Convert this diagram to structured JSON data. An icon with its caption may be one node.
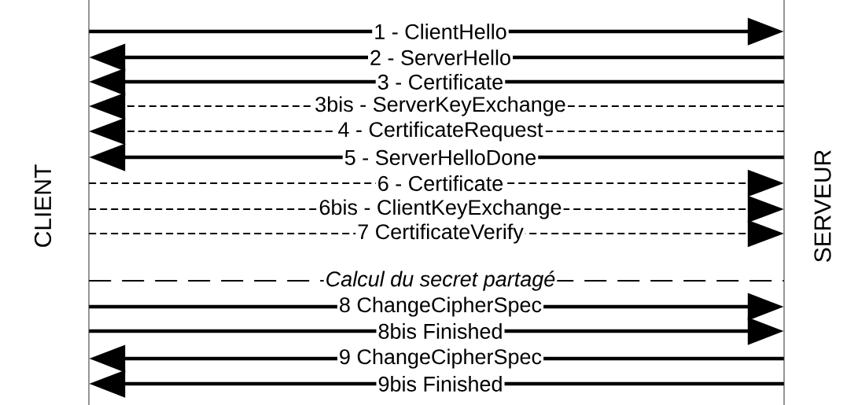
{
  "diagram": {
    "nodes": [
      {
        "text": [
          "CLIENT"
        ]
      },
      {
        "text": [
          "SERVEUR"
        ]
      }
    ],
    "edges": [
      {
        "from": 0,
        "to": 1,
        "arrow": "to",
        "label": "1 - ClientHello"
      },
      {
        "from": 1,
        "to": 0,
        "arrow": "to",
        "label": "2 - ServerHello"
      },
      {
        "from": 1,
        "to": 0,
        "arrow": "to",
        "label": "3 - Certificate"
      },
      {
        "from": 1,
        "to": 0,
        "arrow": "to",
        "label": "3bis - ServerKeyExchange",
        "style": "dashed"
      },
      {
        "from": 1,
        "to": 0,
        "arrow": "to",
        "label": "4 - CertificateRequest",
        "style": "dashed"
      },
      {
        "from": 1,
        "to": 0,
        "arrow": "to",
        "label": "5 - ServerHelloDone"
      },
      {
        "from": 0,
        "to": 1,
        "arrow": "to",
        "label": "6 - Certificate",
        "style": "dashed"
      },
      {
        "from": 0,
        "to": 1,
        "arrow": "to",
        "label": "6bis - ClientKeyExchange",
        "style": "dashed"
      },
      {
        "from": 0,
        "to": 1,
        "arrow": "to",
        "label": "7 CertificateVerify",
        "style": "dashed"
      },
      {
        "from": 0,
        "to": 1,
        "arrow": "none",
        "label": "Calcul du secret partagé",
        "style": "dashed"
      },
      {
        "from": 0,
        "to": 1,
        "arrow": "to",
        "label": "8 ChangeCipherSpec"
      },
      {
        "from": 0,
        "to": 1,
        "arrow": "to",
        "label": "8bis Finished"
      },
      {
        "from": 1,
        "to": 0,
        "arrow": "to",
        "label": "9 ChangeCipherSpec"
      },
      {
        "from": 1,
        "to": 0,
        "arrow": "to",
        "label": "9bis Finished"
      }
    ]
  }
}
